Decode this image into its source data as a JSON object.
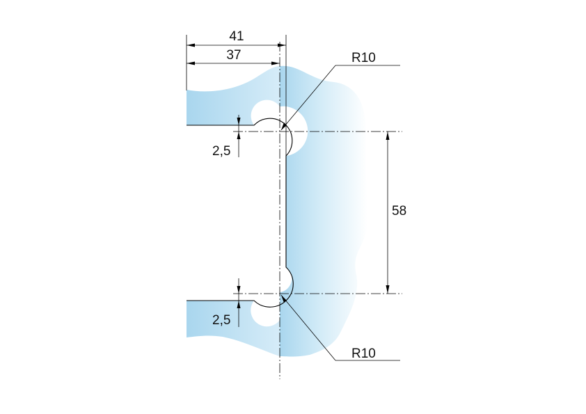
{
  "dimensions": {
    "overall_width": "41",
    "inner_width": "37",
    "top_radius": "R10",
    "offset_top": "2,5",
    "hole_spacing": "58",
    "offset_bottom": "2,5",
    "bottom_radius": "R10"
  },
  "colors": {
    "glass_light": "#e8f4fb",
    "glass_mid": "#bfe1f3",
    "glass_dark": "#a9d6ee",
    "line": "#000000"
  }
}
